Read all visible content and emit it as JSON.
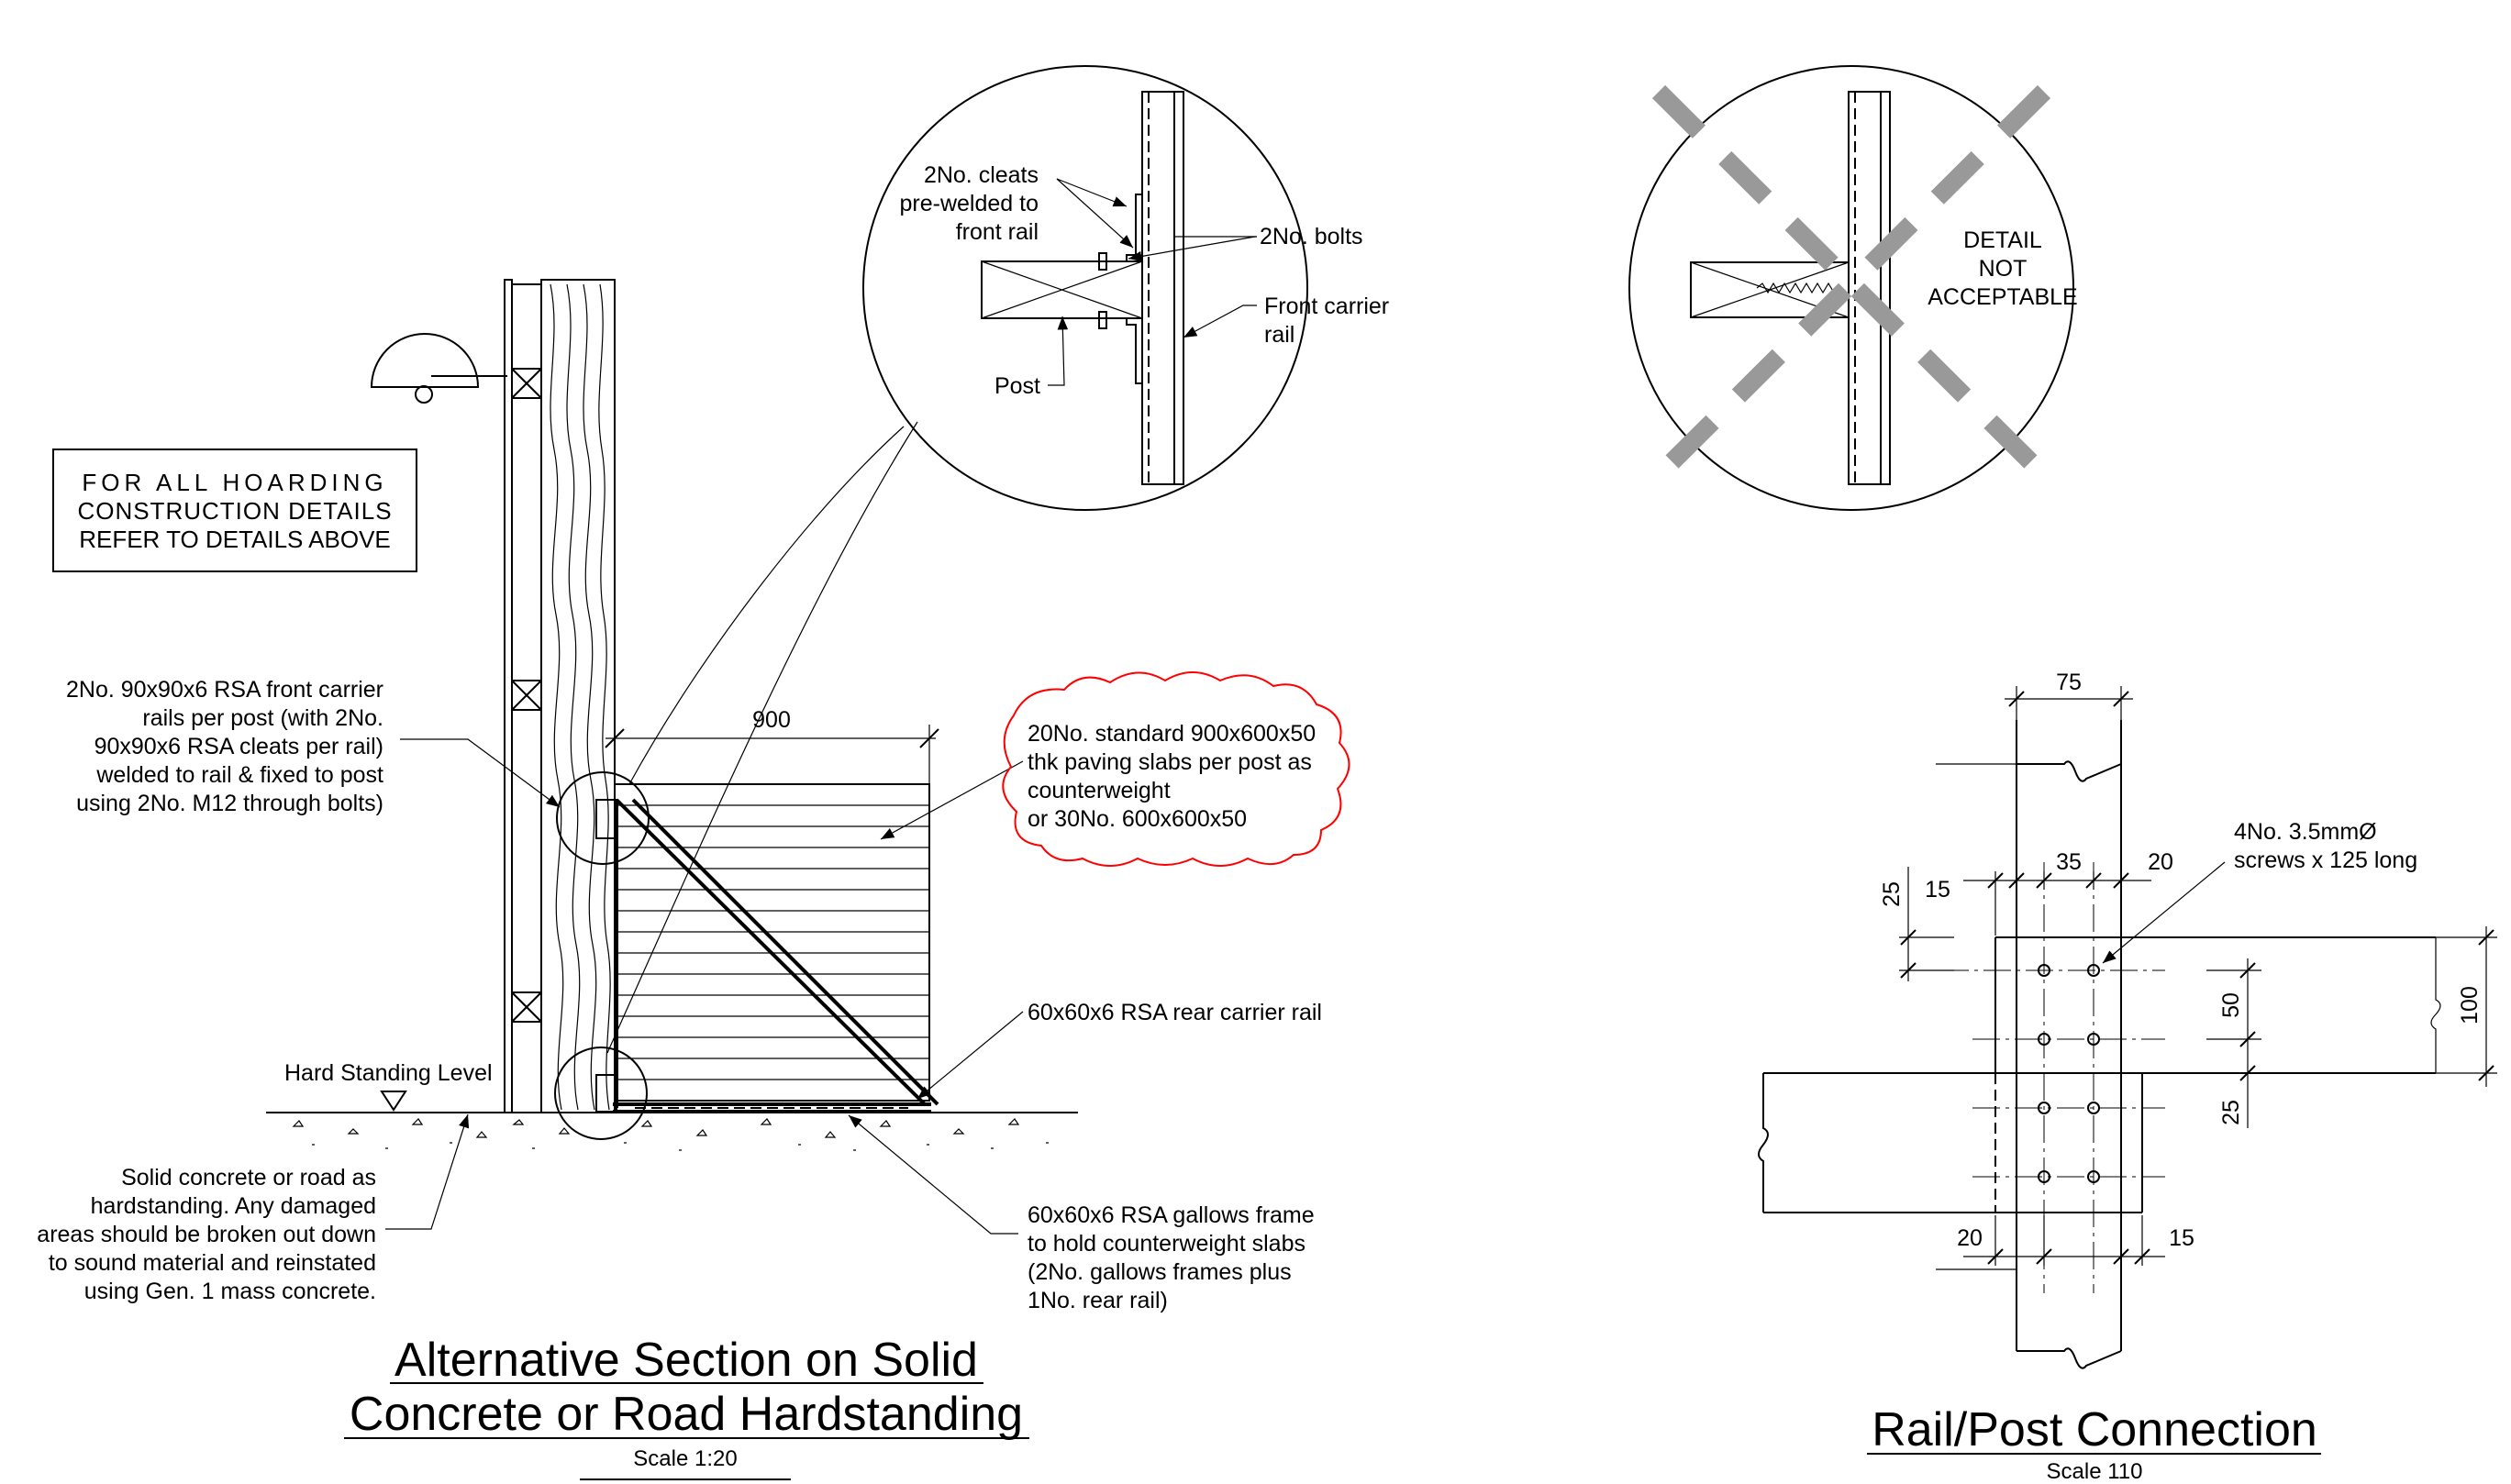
{
  "section_detail": {
    "note_box": [
      "FOR ALL HOARDING",
      "CONSTRUCTION DETAILS",
      "REFER TO DETAILS ABOVE"
    ],
    "front_rail_note": [
      "2No. 90x90x6 RSA front carrier",
      "rails per post (with 2No.",
      "90x90x6 RSA cleats per rail)",
      "welded to rail & fixed to post",
      "using 2No. M12 through bolts)"
    ],
    "hard_standing_label": "Hard Standing Level",
    "hardstanding_note": [
      "Solid concrete or road as",
      "hardstanding. Any damaged",
      "areas should be broken out down",
      "to sound material and reinstated",
      "using Gen. 1 mass concrete."
    ],
    "dim_900": "900",
    "slab_note": [
      "20No. standard 900x600x50",
      "thk paving slabs per post as",
      "counterweight",
      "or 30No. 600x600x50"
    ],
    "rear_rail_note": "60x60x6 RSA rear carrier rail",
    "gallows_note": [
      "60x60x6 RSA gallows frame",
      "to hold counterweight slabs",
      "(2No. gallows frames plus",
      "1No. rear rail)"
    ],
    "title": [
      "Alternative Section on Solid",
      "Concrete or Road Hardstanding"
    ],
    "scale": "Scale 1:20"
  },
  "circle_detail": {
    "cleats_note": [
      "2No. cleats",
      "pre-welded to",
      "front rail"
    ],
    "bolts_note": "2No. bolts",
    "front_rail_note": [
      "Front carrier",
      "rail"
    ],
    "post_note": "Post"
  },
  "unacceptable_detail": {
    "note": [
      "DETAIL",
      "NOT",
      "ACCEPTABLE"
    ]
  },
  "rail_post_detail": {
    "dim_75": "75",
    "dim_35": "35",
    "dim_20_top": "20",
    "dim_15_left": "15",
    "dim_25_top": "25",
    "screws_note": [
      "4No. 3.5mmØ",
      "screws x 125 long"
    ],
    "dim_50": "50",
    "dim_100": "100",
    "dim_25_mid": "25",
    "dim_20_bottom": "20",
    "dim_15_bottom": "15",
    "title": "Rail/Post Connection",
    "scale": "Scale 110"
  },
  "colors": {
    "line": "#000000",
    "cross": "#999999",
    "cloud": "#ff0000"
  }
}
